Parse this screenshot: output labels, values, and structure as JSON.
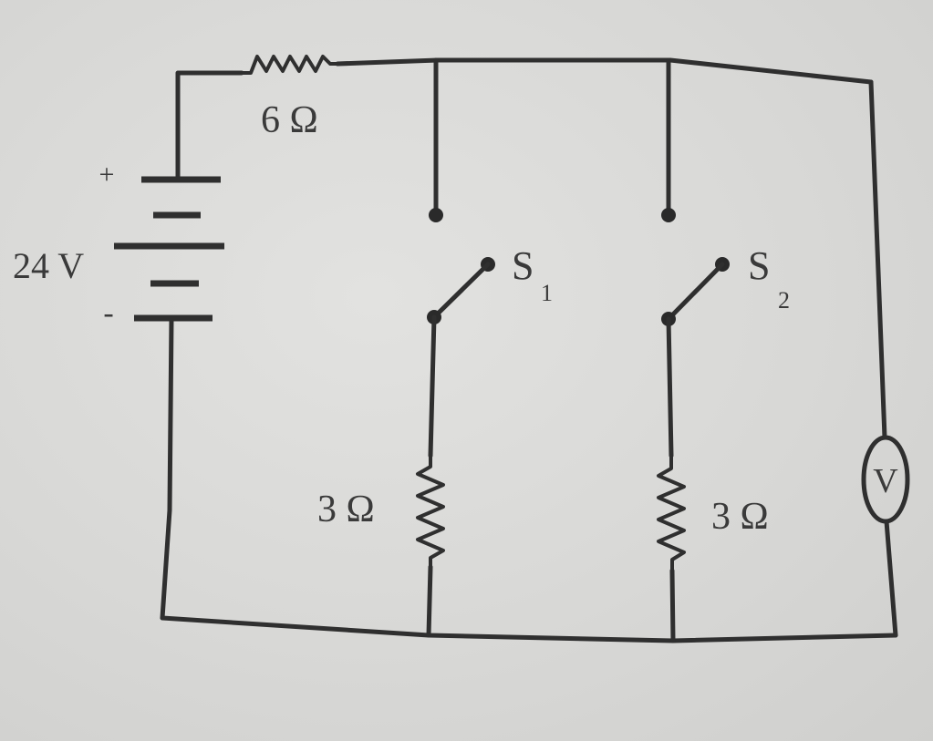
{
  "battery": {
    "voltage_label": "24 V",
    "plus_sign": "+",
    "minus_sign": "-"
  },
  "resistors": {
    "r_top_label": "6 Ω",
    "r_left_label": "3 Ω",
    "r_right_label": "3 Ω"
  },
  "switches": {
    "s1_letter": "S",
    "s1_subscript": "1",
    "s2_letter": "S",
    "s2_subscript": "2"
  },
  "voltmeter": {
    "symbol": "V"
  },
  "colors": {
    "wire": "#2f2f2f",
    "paper": "#dcdcda",
    "text": "#3a3a3a"
  }
}
